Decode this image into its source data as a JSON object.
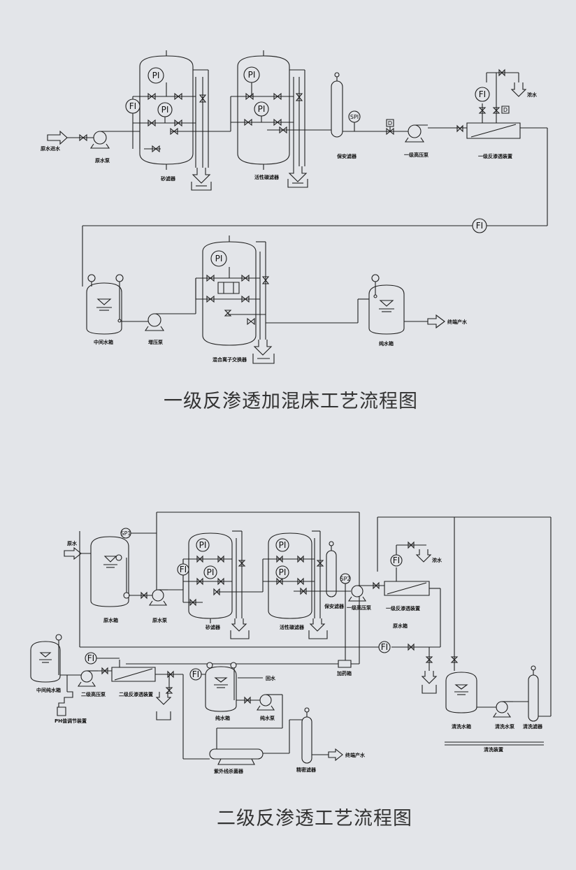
{
  "diagram1": {
    "title": "一级反渗透加混床工艺流程图",
    "labels": {
      "raw_inlet": "原水进水",
      "raw_pump": "原水泵",
      "sand_filter": "砂滤器",
      "carbon_filter": "活性碳滤器",
      "security_filter": "保安滤器",
      "hp_pump": "一级高压泵",
      "ro_unit": "一级反渗透装置",
      "concentrate": "浓水",
      "mid_tank": "中间水箱",
      "booster_pump": "增压泵",
      "mixed_bed": "混合离子交换器",
      "pure_tank": "纯水箱",
      "product": "终端产水"
    },
    "instruments": {
      "pi": "PI",
      "fi": "FI",
      "spi": "SPI",
      "d": "D"
    }
  },
  "diagram2": {
    "title": "二级反渗透工艺流程图",
    "labels": {
      "raw_inlet": "原水",
      "raw_tank": "原水箱",
      "raw_pump": "原水泵",
      "sand_filter": "砂滤器",
      "carbon_filter": "活性碳滤器",
      "security_filter": "保安滤器",
      "hp_pump1": "一级高压泵",
      "ro1": "一级反渗透装置",
      "concentrate": "浓水",
      "raw_tank2": "原水箱",
      "mid_pure_tank": "中间纯水箱",
      "hp_pump2": "二级高压泵",
      "ro2": "二级反渗透装置",
      "ph_dosing": "PH值调节装置",
      "pure_tank": "纯水箱",
      "pure_pump": "纯水泵",
      "return_water": "回水",
      "uv": "紫外线杀菌器",
      "precision_filter": "精密滤器",
      "product": "终端产水",
      "dosing_box": "加药箱",
      "clean_tank": "清洗水箱",
      "clean_pump": "清洗水泵",
      "clean_filter": "清洗滤器",
      "clean_unit": "清洗装置"
    },
    "instruments": {
      "pi": "PI",
      "fi": "FI",
      "sp1": "SP1",
      "sp2": "SP2"
    }
  }
}
